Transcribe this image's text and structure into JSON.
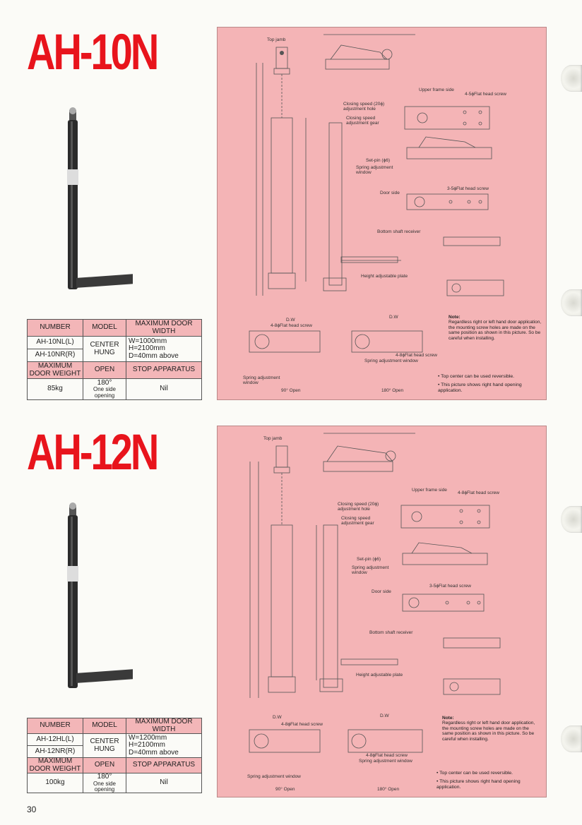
{
  "page_number": "30",
  "products": [
    {
      "title": "AH-10N",
      "table": {
        "h_number": "NUMBER",
        "h_model": "MODEL",
        "h_max_width": "MAXIMUM DOOR WIDTH",
        "number_l": "AH-10NL(L)",
        "number_r": "AH-10NR(R)",
        "model": "CENTER HUNG",
        "width_w": "W=1000mm",
        "width_h": "H=2100mm",
        "width_d": "D=40mm above",
        "h_weight": "MAXIMUM DOOR WEIGHT",
        "h_open": "OPEN",
        "h_stop": "STOP APPARATUS",
        "weight": "85kg",
        "open_deg": "180°",
        "open_note": "One side opening",
        "stop": "Nil"
      },
      "drawing": {
        "top_jamb": "Top jamb",
        "closing_speed_adj": "Closing speed (20ϕ) adjustment hole",
        "closing_speed_gear": "Closing speed adjustment gear",
        "set_pin": "Set-pin (ϕ6)",
        "spring_window": "Spring adjustment window",
        "bottom_receiver": "Bottom shaft receiver",
        "height_plate": "Height adjustable plate",
        "upper_frame_side": "Upper frame side",
        "flat_screw_4": "4-5ϕFlat head screw",
        "flat_screw_3": "3-5ϕFlat head screw",
        "door_side": "Door side",
        "flat_screw_4b": "4-8ϕFlat head screw",
        "spring_window_b": "Spring adjustment window",
        "open_90": "90° Open",
        "open_180": "180° Open",
        "dw": "D.W",
        "note_title": "Note:",
        "note_text": "Regardless right or left hand door application, the mounting screw holes are made on the same position as shown in this picture. So be careful when installing.",
        "bullet1": "Top center can be used reversible.",
        "bullet2": "This picture shows right hand opening application."
      }
    },
    {
      "title": "AH-12N",
      "table": {
        "h_number": "NUMBER",
        "h_model": "MODEL",
        "h_max_width": "MAXIMUM DOOR WIDTH",
        "number_l": "AH-12HL(L)",
        "number_r": "AH-12NR(R)",
        "model": "CENTER HUNG",
        "width_w": "W=1200mm",
        "width_h": "H=2100mm",
        "width_d": "D=40mm above",
        "h_weight": "MAXIMUM DOOR WEIGHT",
        "h_open": "OPEN",
        "h_stop": "STOP APPARATUS",
        "weight": "100kg",
        "open_deg": "180°",
        "open_note": "One side opening",
        "stop": "Nil"
      },
      "drawing": {
        "top_jamb": "Top jamb",
        "closing_speed_adj": "Closing speed (20ϕ) adjustment hole",
        "closing_speed_gear": "Closing speed adjustment gear",
        "set_pin": "Set-pin (ϕ6)",
        "spring_window": "Spring adjustment window",
        "bottom_receiver": "Bottom shaft receiver",
        "height_plate": "Height adjustable plate",
        "upper_frame_side": "Upper frame side",
        "flat_screw_4": "4-8ϕFlat head screw",
        "flat_screw_3": "3-5ϕFlat head screw",
        "door_side": "Door side",
        "flat_screw_4b": "4-8ϕFlat head screw",
        "spring_window_b": "Spring adjustment window",
        "open_90": "90° Open",
        "open_180": "180° Open",
        "dw": "D.W",
        "note_title": "Note:",
        "note_text": "Regardless right or left hand door application, the mounting screw holes are made on the same position as shown in this picture. So be careful when installing.",
        "bullet1": "Top center can be used reversible.",
        "bullet2": "This picture shows right hand opening application."
      }
    }
  ]
}
